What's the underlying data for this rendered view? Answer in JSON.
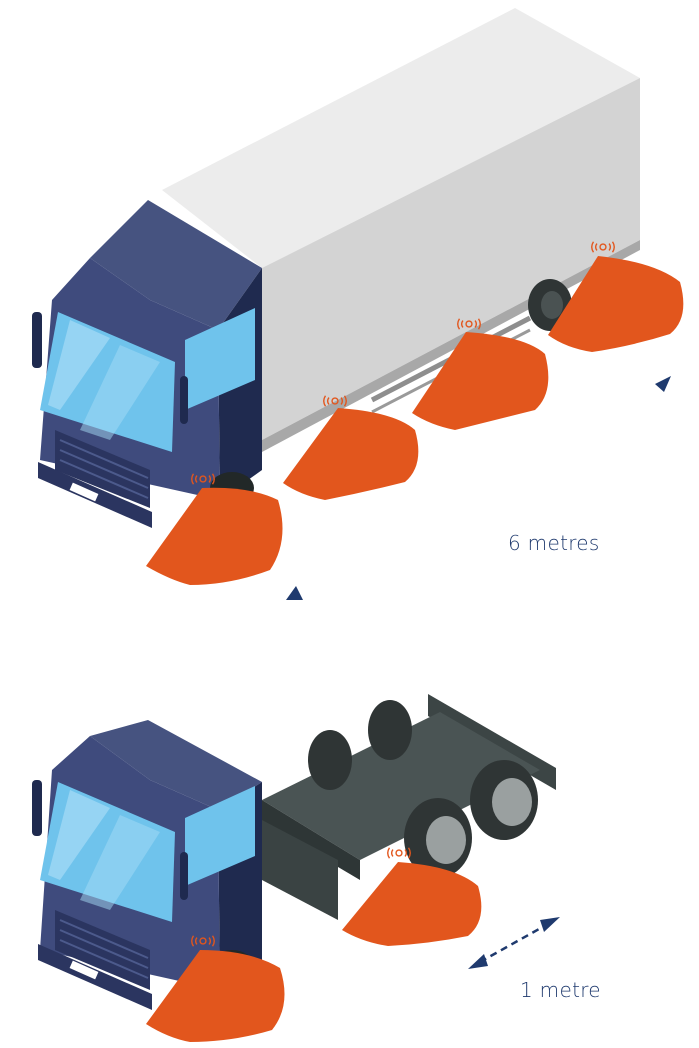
{
  "diagram": {
    "labels": {
      "top_distance": "6 metres",
      "bottom_distance": "1 metre"
    },
    "colors": {
      "cab": "#3f4b7d",
      "cab_dark": "#2b3560",
      "windscreen": "#6fc3ec",
      "box_body_top": "#eaeaea",
      "box_body_side": "#d2d2d2",
      "chassis": "#3c4545",
      "sensor_zone": "#e2561d",
      "sensor_wave": "#e2561d",
      "label_text": "#1f3a6e",
      "arrow": "#1f3a6e"
    },
    "top_truck": {
      "type": "box-truck",
      "sensor_count": 4
    },
    "bottom_truck": {
      "type": "chassis-cab",
      "sensor_count": 2
    }
  }
}
